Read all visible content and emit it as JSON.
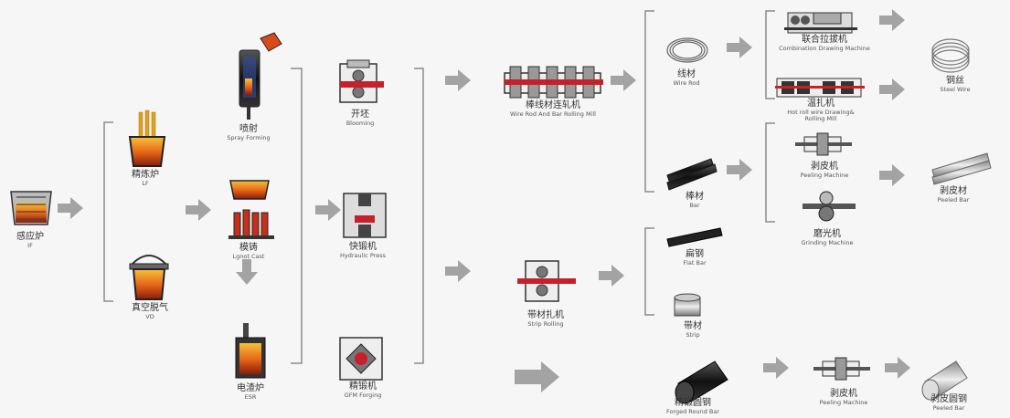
{
  "nodes": {
    "if_furnace": {
      "zh": "感应炉",
      "en": "IF"
    },
    "lf": {
      "zh": "精炼炉",
      "en": "LF"
    },
    "vd": {
      "zh": "真空脱气",
      "en": "VD"
    },
    "spray": {
      "zh": "喷射",
      "en": "Spray Forming"
    },
    "ingot": {
      "zh": "模铸",
      "en": "Lgnot Cast"
    },
    "esr": {
      "zh": "电渣炉",
      "en": "ESR"
    },
    "blooming": {
      "zh": "开坯",
      "en": "Blooming"
    },
    "hydraulic": {
      "zh": "快锻机",
      "en": "Hydraulic Press"
    },
    "gfm": {
      "zh": "精锻机",
      "en": "GFM Forging"
    },
    "wire_rod_mill": {
      "zh": "棒线材连轧机",
      "en": "Wire Rod And Bar Rolling Mill"
    },
    "strip_rolling": {
      "zh": "带材扎机",
      "en": "Strip Rolling"
    },
    "wire_rod": {
      "zh": "线材",
      "en": "Wire Rod"
    },
    "bar": {
      "zh": "棒材",
      "en": "Bar"
    },
    "flat_bar": {
      "zh": "扁钢",
      "en": "Flat Bar"
    },
    "strip": {
      "zh": "带材",
      "en": "Strip"
    },
    "forged_round": {
      "zh": "精锻圆钢",
      "en": "Forged Round Bar"
    },
    "combination": {
      "zh": "联合拉拔机",
      "en": "Combination Drawing Machine"
    },
    "hot_roll": {
      "zh": "温扎机",
      "en": "Hot roll wire Drawing&",
      "en2": "Rolling Mill"
    },
    "peeling1": {
      "zh": "剥皮机",
      "en": "Peeling Machine"
    },
    "grinding": {
      "zh": "磨光机",
      "en": "Grinding Machine"
    },
    "peeling2": {
      "zh": "剥皮机",
      "en": "Peeling  Machine"
    },
    "steel_wire": {
      "zh": "钢丝",
      "en": "Steel Wire"
    },
    "peeled_bar": {
      "zh": "剥皮材",
      "en": "Peeled Bar"
    },
    "peeled_round": {
      "zh": "剥皮圆钢",
      "en": "Peeled Bar"
    }
  },
  "colors": {
    "arrow": "#a3a3a3",
    "bracket": "#8c8c8c",
    "molten": "#d94a1a",
    "steel": "#2b2b2b",
    "machine_red": "#c8202a"
  }
}
